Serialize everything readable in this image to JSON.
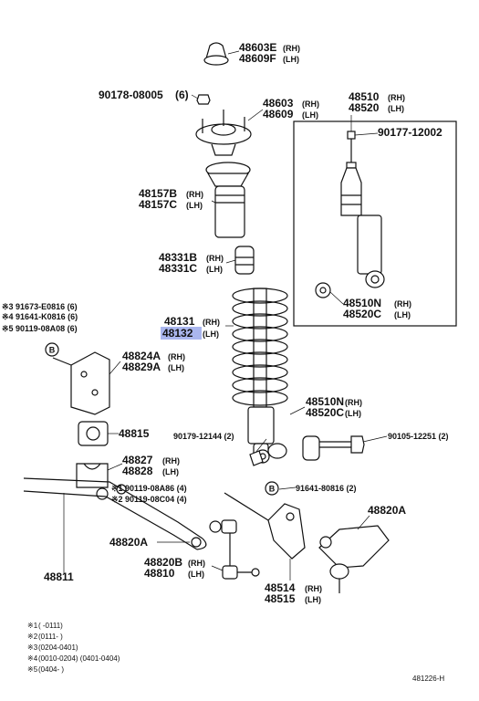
{
  "labels": {
    "l48603e": "48603E",
    "l48603e_side": "(RH)",
    "l48609f": "48609F",
    "l48609f_side": "(LH)",
    "l90178": "90178-08005",
    "l90178_qty": "(6)",
    "l48603": "48603",
    "l48603_side": "(RH)",
    "l48609": "48609",
    "l48609_side": "(LH)",
    "l48510": "48510",
    "l48510_side": "(RH)",
    "l48520": "48520",
    "l48520_side": "(LH)",
    "l90177": "90177-12002",
    "l48157b": "48157B",
    "l48157b_side": "(RH)",
    "l48157c": "48157C",
    "l48157c_side": "(LH)",
    "l48331b": "48331B",
    "l48331b_side": "(RH)",
    "l48331c": "48331C",
    "l48331c_side": "(LH)",
    "l48510n_in": "48510N",
    "l48510n_in_side": "(RH)",
    "l48520c_in": "48520C",
    "l48520c_in_side": "(LH)",
    "l91673": "※3 91673-E0816 (6)",
    "l91641k": "※4 91641-K0816 (6)",
    "l90119_08a08": "※5 90119-08A08 (6)",
    "l48131": "48131",
    "l48131_side": "(RH)",
    "l48132": "48132",
    "l48132_side": "(LH)",
    "l48824a": "48824A",
    "l48824a_side": "(RH)",
    "l48829a": "48829A",
    "l48829a_side": "(LH)",
    "l48510n_out": "48510N",
    "l48510n_out_side": "(RH)",
    "l48520c_out": "48520C",
    "l48520c_out_side": "(LH)",
    "l48815": "48815",
    "l90179": "90179-12144 (2)",
    "l90105": "90105-12251 (2)",
    "l48827": "48827",
    "l48827_side": "(RH)",
    "l48828": "48828",
    "l48828_side": "(LH)",
    "l90119_08a86": "※1 90119-08A86 (4)",
    "l90119_08c04": "※2 90119-08C04 (4)",
    "l91641_80816": "91641-80816 (2)",
    "l48820a_r": "48820A",
    "l48820a_l": "48820A",
    "l48820b": "48820B",
    "l48820b_side": "(RH)",
    "l48810": "48810",
    "l48810_side": "(LH)",
    "l48514": "48514",
    "l48514_side": "(RH)",
    "l48515": "48515",
    "l48515_side": "(LH)",
    "l48811": "48811",
    "callout_b": "B"
  },
  "notes": [
    {
      "mark": "※1",
      "text": "(        -0111)"
    },
    {
      "mark": "※2",
      "text": "(0111-        )"
    },
    {
      "mark": "※3",
      "text": "(0204-0401)"
    },
    {
      "mark": "※4",
      "text": "(0010-0204)   (0401-0404)"
    },
    {
      "mark": "※5",
      "text": "(0404-        )"
    }
  ],
  "figure_id": "481226-H",
  "colors": {
    "highlight": "#aab6ee",
    "ink": "#111111"
  }
}
